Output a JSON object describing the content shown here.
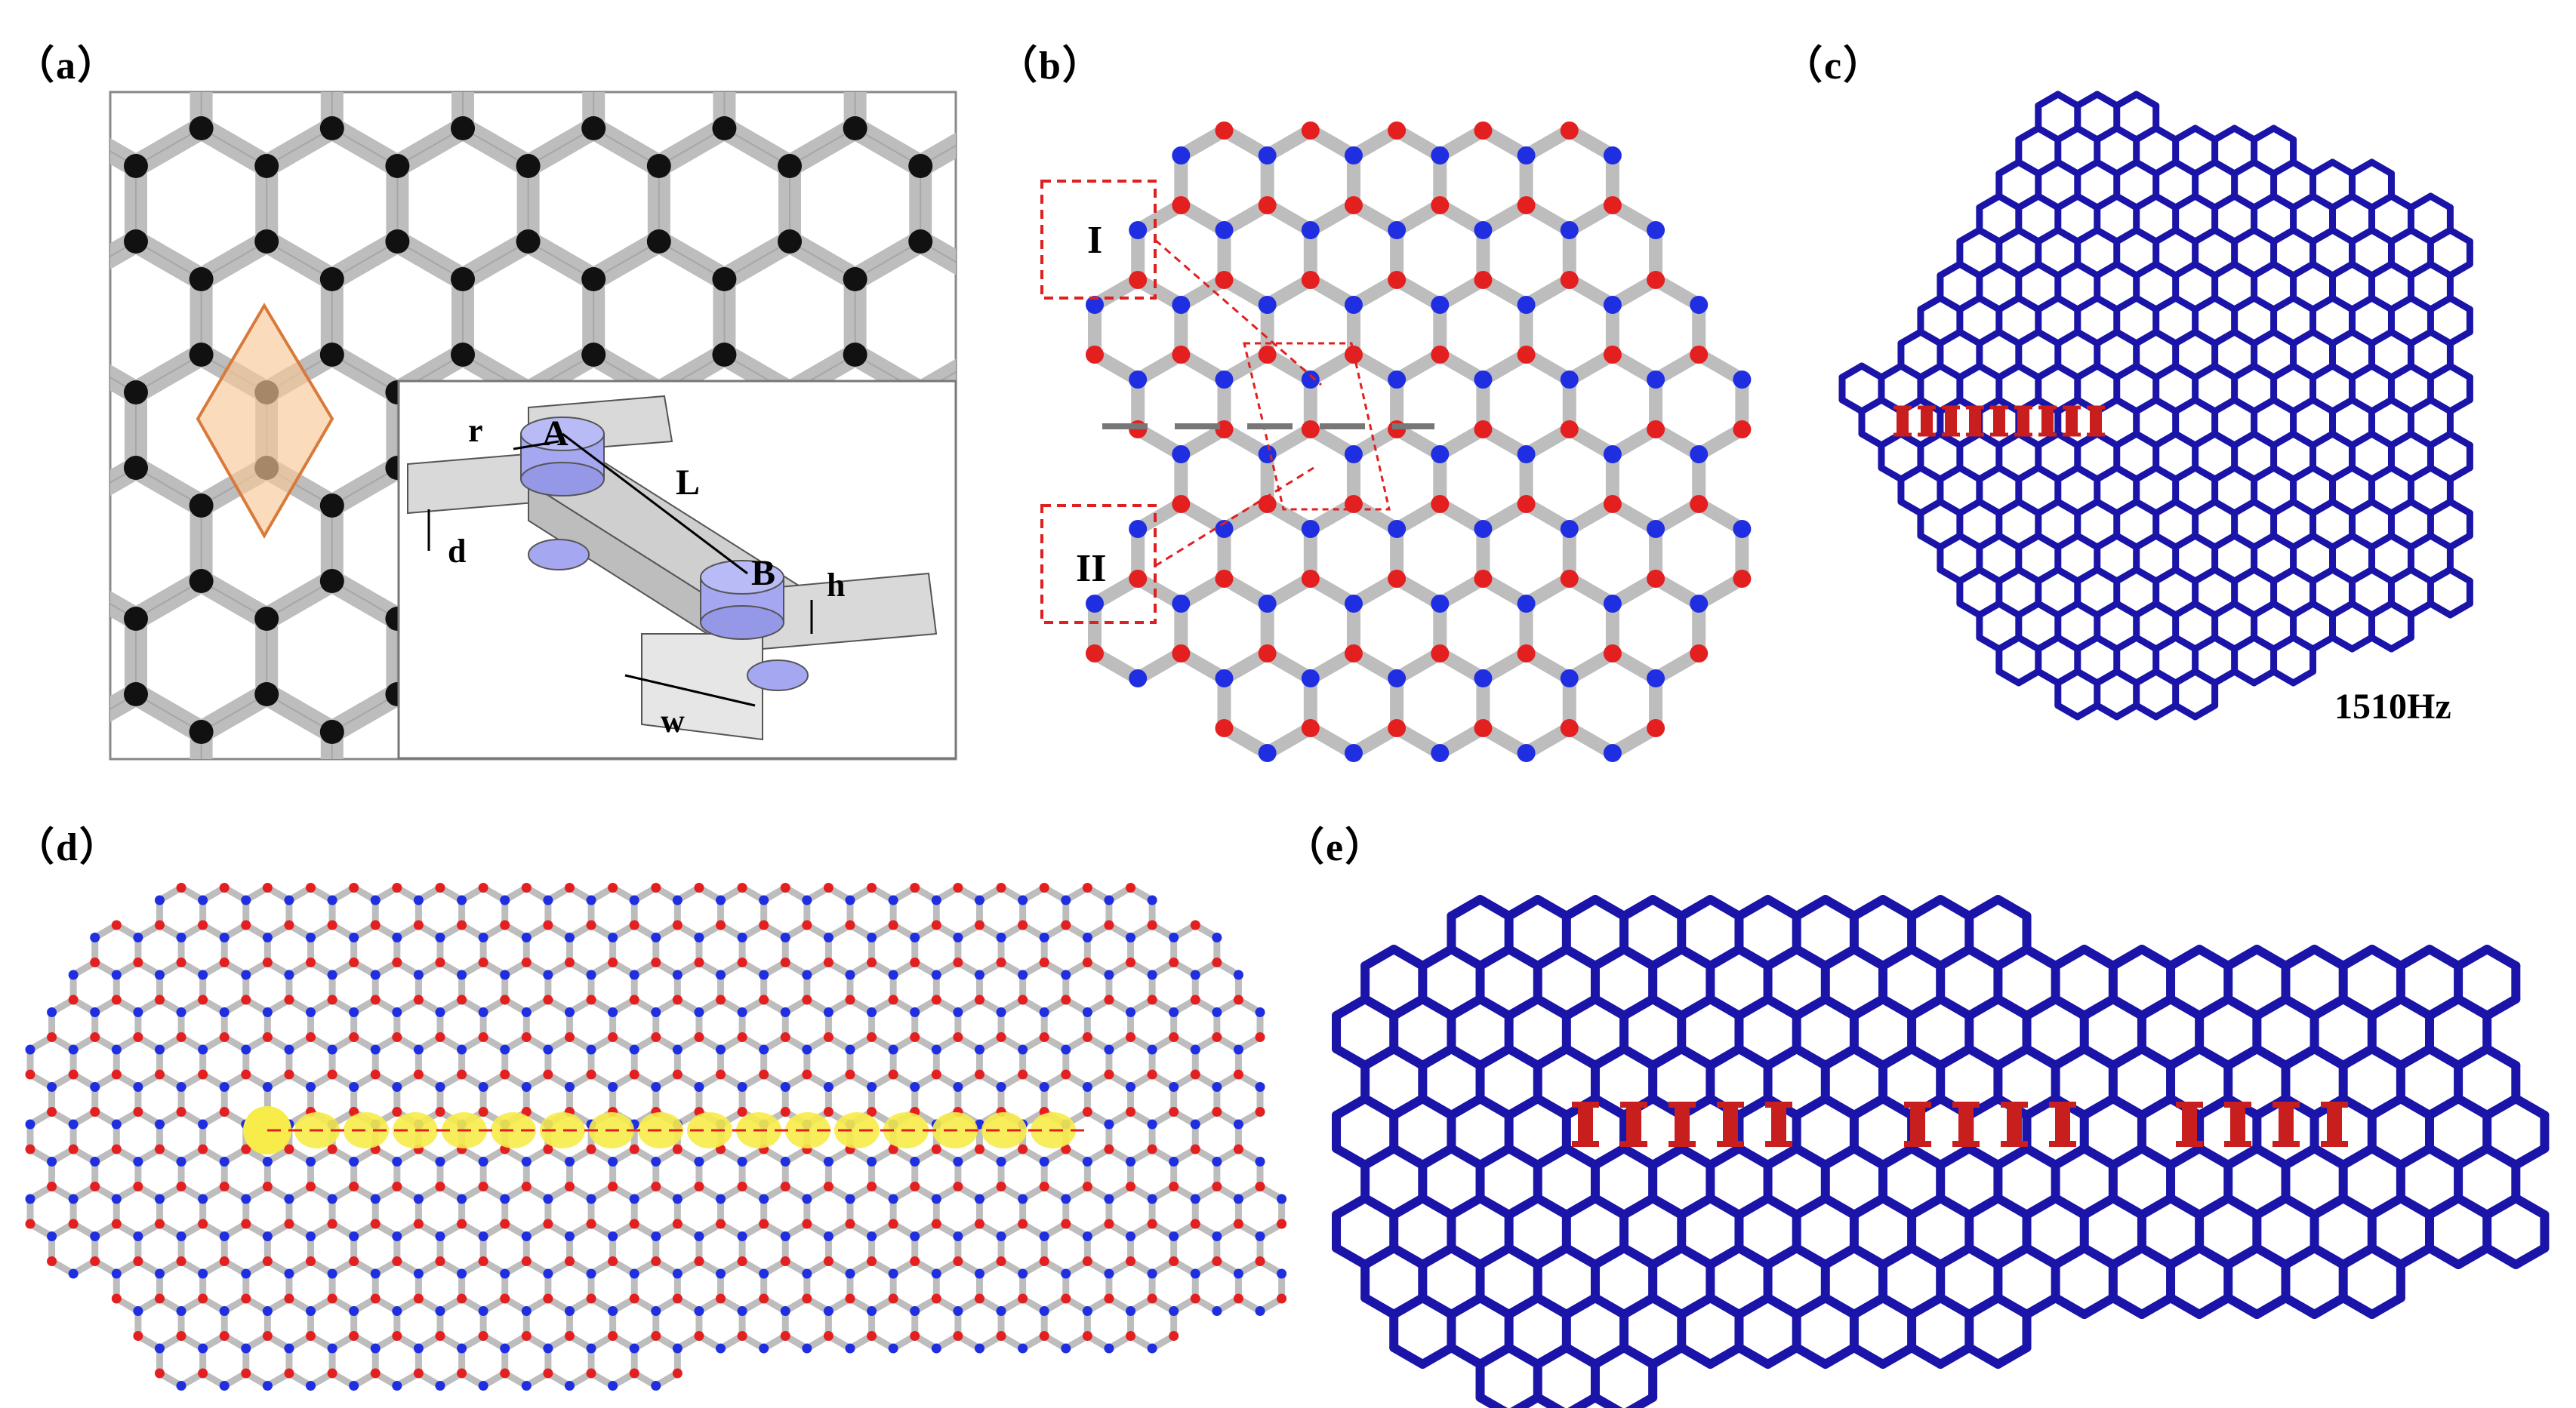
{
  "panels": {
    "a": {
      "label": "（a）",
      "inset": {
        "r": "r",
        "A": "A",
        "L": "L",
        "d": "d",
        "B": "B",
        "h": "h",
        "w": "w"
      }
    },
    "b": {
      "label": "（b）",
      "region1": "I",
      "region2": "II"
    },
    "c": {
      "label": "（c）",
      "frequency": "1510Hz"
    },
    "d": {
      "label": "（d）"
    },
    "e": {
      "label": "（e）"
    }
  },
  "colors": {
    "rod": "#bdbdbd",
    "node_black": "#111111",
    "node_red": "#e41f1f",
    "node_blue": "#1f2ee0",
    "mode_blue": "#1a14a8",
    "mode_red": "#c81e1e",
    "unit_cell_fill": "#f7c99a",
    "unit_cell_stroke": "#d9793a",
    "waveguide_yellow": "#f7ec4a",
    "cylinder": "#a5a8f0"
  },
  "icons": [
    "honeycomb-lattice",
    "unit-cell-rhombus",
    "beam-unit-inset",
    "disclination-lattice",
    "mode-shape",
    "waveguide-path"
  ]
}
